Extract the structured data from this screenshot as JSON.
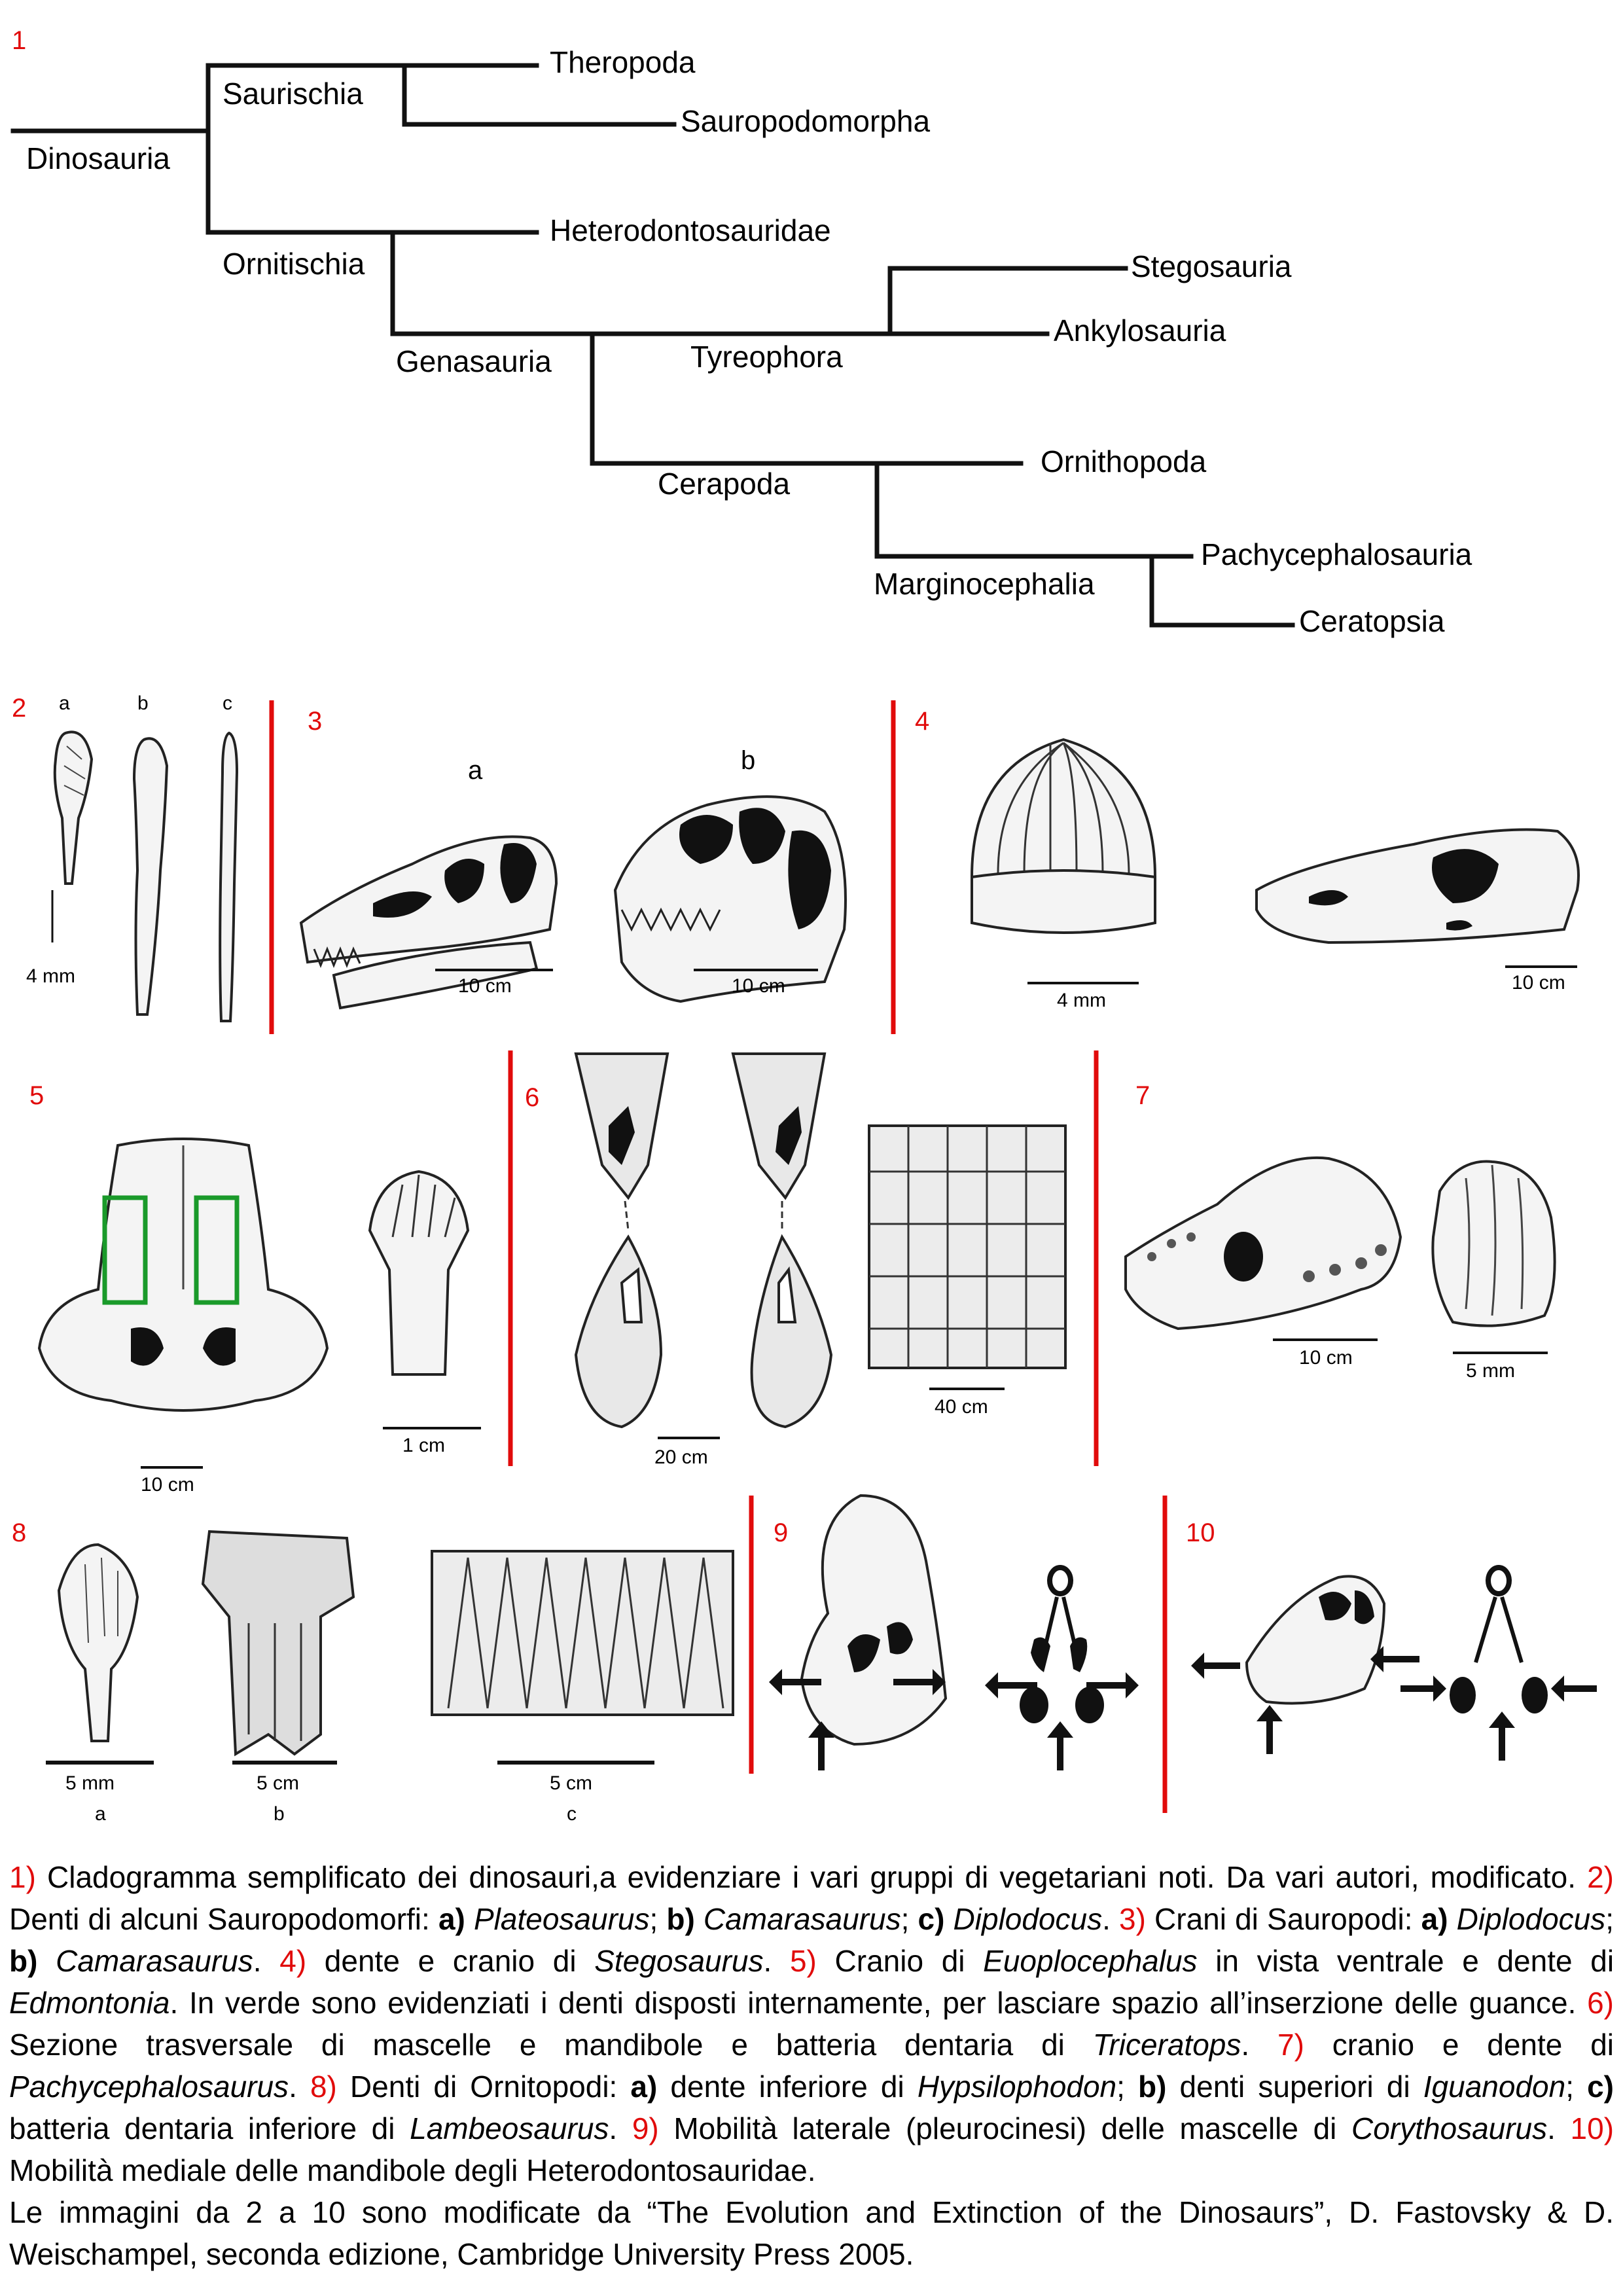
{
  "cladogram": {
    "panel_number": "1",
    "taxa": {
      "theropoda": "Theropoda",
      "sauropodomorpha": "Sauropodomorpha",
      "heterodontosauridae": "Heterodontosauridae",
      "stegosauria": "Stegosauria",
      "ankylosauria": "Ankylosauria",
      "ornithopoda": "Ornithopoda",
      "pachycephalosauria": "Pachycephalosauria",
      "ceratopsia": "Ceratopsia"
    },
    "clades": {
      "dinosauria": "Dinosauria",
      "saurischia": "Saurischia",
      "ornitischia": "Ornitischia",
      "genasauria": "Genasauria",
      "tyreophora": "Tyreophora",
      "cerapoda": "Cerapoda",
      "marginocephalia": "Marginocephalia"
    }
  },
  "figures": {
    "fig2": {
      "number": "2",
      "labels": [
        "a",
        "b",
        "c"
      ],
      "scale": "4 mm"
    },
    "fig3": {
      "number": "3",
      "labels": [
        "a",
        "b"
      ],
      "scales": [
        "10 cm",
        "10 cm"
      ]
    },
    "fig4": {
      "number": "4",
      "scales": [
        "4 mm",
        "10 cm"
      ]
    },
    "fig5": {
      "number": "5",
      "scales": [
        "10 cm",
        "1 cm"
      ]
    },
    "fig6": {
      "number": "6",
      "scales": [
        "20 cm",
        "40 cm"
      ]
    },
    "fig7": {
      "number": "7",
      "scales": [
        "10 cm",
        "5 mm"
      ]
    },
    "fig8": {
      "number": "8",
      "scales": [
        "5 mm",
        "5 cm",
        "5 cm"
      ],
      "labels": [
        "a",
        "b",
        "c"
      ]
    },
    "fig9": {
      "number": "9"
    },
    "fig10": {
      "number": "10"
    }
  },
  "caption": {
    "n1": "1)",
    "t1": " Cladogramma semplificato dei dinosauri,a evidenziare i vari gruppi di vegetariani noti. Da vari autori, modificato. ",
    "n2": "2)",
    "t2a": " Denti di alcuni Sauropodomorfi: ",
    "b2a": "a)",
    "i2a": "Plateosaurus",
    "b2b": "b)",
    "i2b": "Camarasaurus",
    "b2c": "c)",
    "i2c": "Diplodocus",
    "n3": "3)",
    "t3": " Crani di Sauropodi: ",
    "b3a": "a)",
    "i3a": "Diplodocus",
    "b3b": "b)",
    "i3b": "Camarasaurus",
    "n4": "4)",
    "t4": " dente e cranio di ",
    "i4": "Stegosaurus",
    "n5": "5)",
    "t5a": " Cranio di ",
    "i5a": "Euoplocephalus",
    "t5b": " in vista ventrale e dente di ",
    "i5b": "Edmontonia",
    "t5c": ". In verde sono evidenziati i denti disposti internamente, per lasciare spazio all’inserzione delle guance. ",
    "n6": "6)",
    "t6": " Sezione trasversale di mascelle e mandibole e batteria dentaria di ",
    "i6": "Triceratops",
    "n7": "7)",
    "t7": " cranio e dente di ",
    "i7": "Pachycephalosaurus",
    "n8": "8)",
    "t8a": " Denti di Ornitopodi: ",
    "b8a": "a)",
    "t8b": " dente inferiore di ",
    "i8a": "Hypsilophodon",
    "b8b": "b)",
    "t8c": " denti superiori di ",
    "i8b": "Iguanodon",
    "b8c": "c)",
    "t8d": " batteria dentaria inferiore di ",
    "i8c": "Lambeosaurus",
    "n9": "9)",
    "t9": " Mobilità laterale (pleurocinesi) delle mascelle di ",
    "i9": "Corythosaurus",
    "n10": "10)",
    "t10": " Mobilità mediale delle mandibole degli Heterodontosauridae.",
    "source": "Le immagini da 2 a 10 sono modificate da “The Evolution and Extinction of the Dinosaurs”, D. Fastovsky & D. Weischampel, seconda edizione, Cambridge University Press 2005."
  },
  "colors": {
    "accent_red": "#e10b0b",
    "highlight_green": "#1a9a2a",
    "ink": "#111111"
  }
}
